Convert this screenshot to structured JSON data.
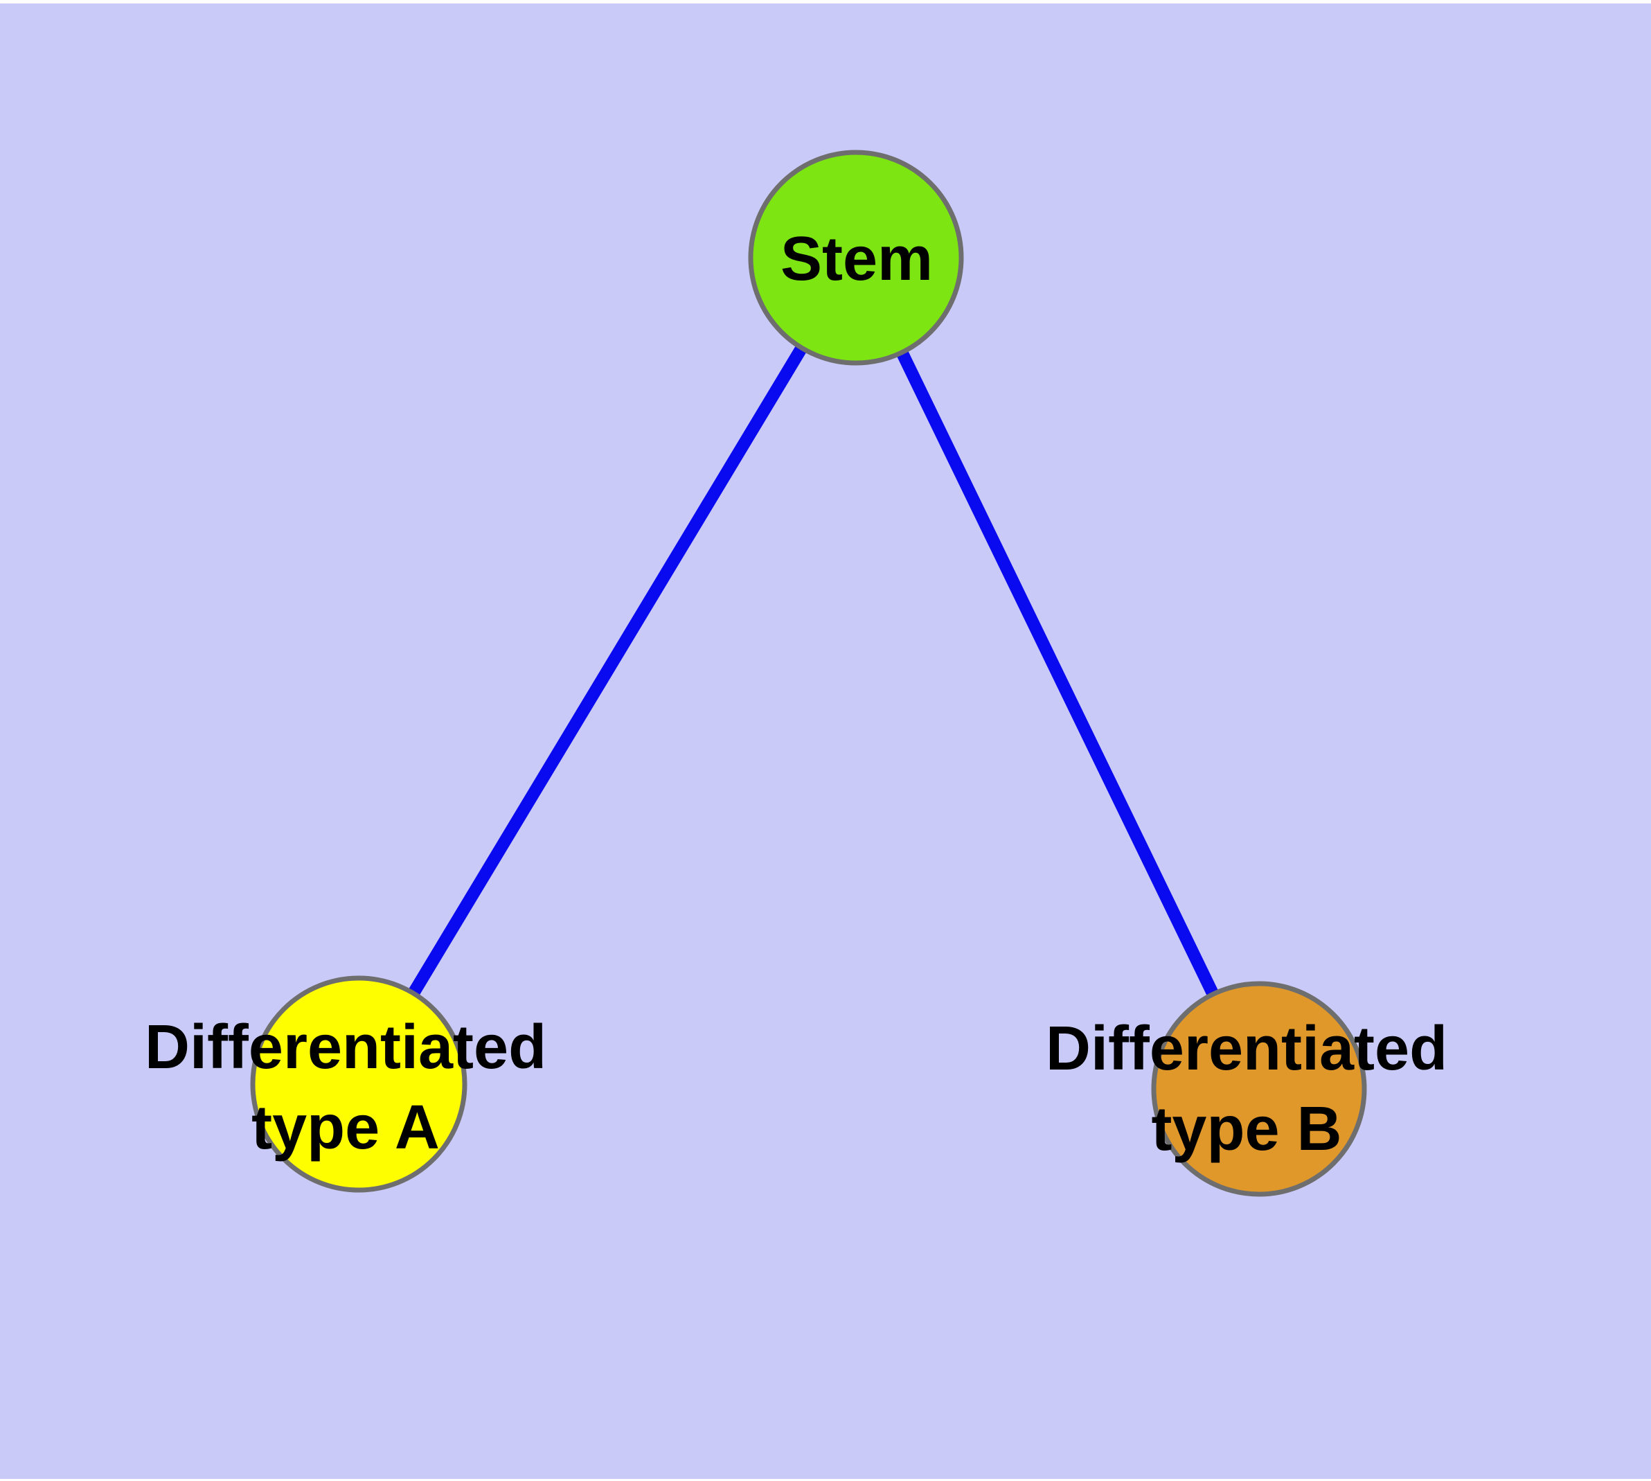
{
  "figure": {
    "type": "node-link-diagram",
    "background_color": "#CACAF8",
    "frame_color": "#FFFFFF"
  },
  "graph": {
    "edge_color": "#0A0AF0",
    "node_border_color": "#6E6E6E",
    "label_color": "#000000",
    "nodes": [
      {
        "id": "stem",
        "label": "Stem",
        "fill_color": "#7CE512"
      },
      {
        "id": "diff-a",
        "label": "Differentiated\ntype A",
        "fill_color": "#FEFE00"
      },
      {
        "id": "diff-b",
        "label": "Differentiated\ntype B",
        "fill_color": "#E0982A"
      }
    ],
    "edges": [
      {
        "from": "stem",
        "to": "diff-a"
      },
      {
        "from": "stem",
        "to": "diff-b"
      }
    ]
  }
}
